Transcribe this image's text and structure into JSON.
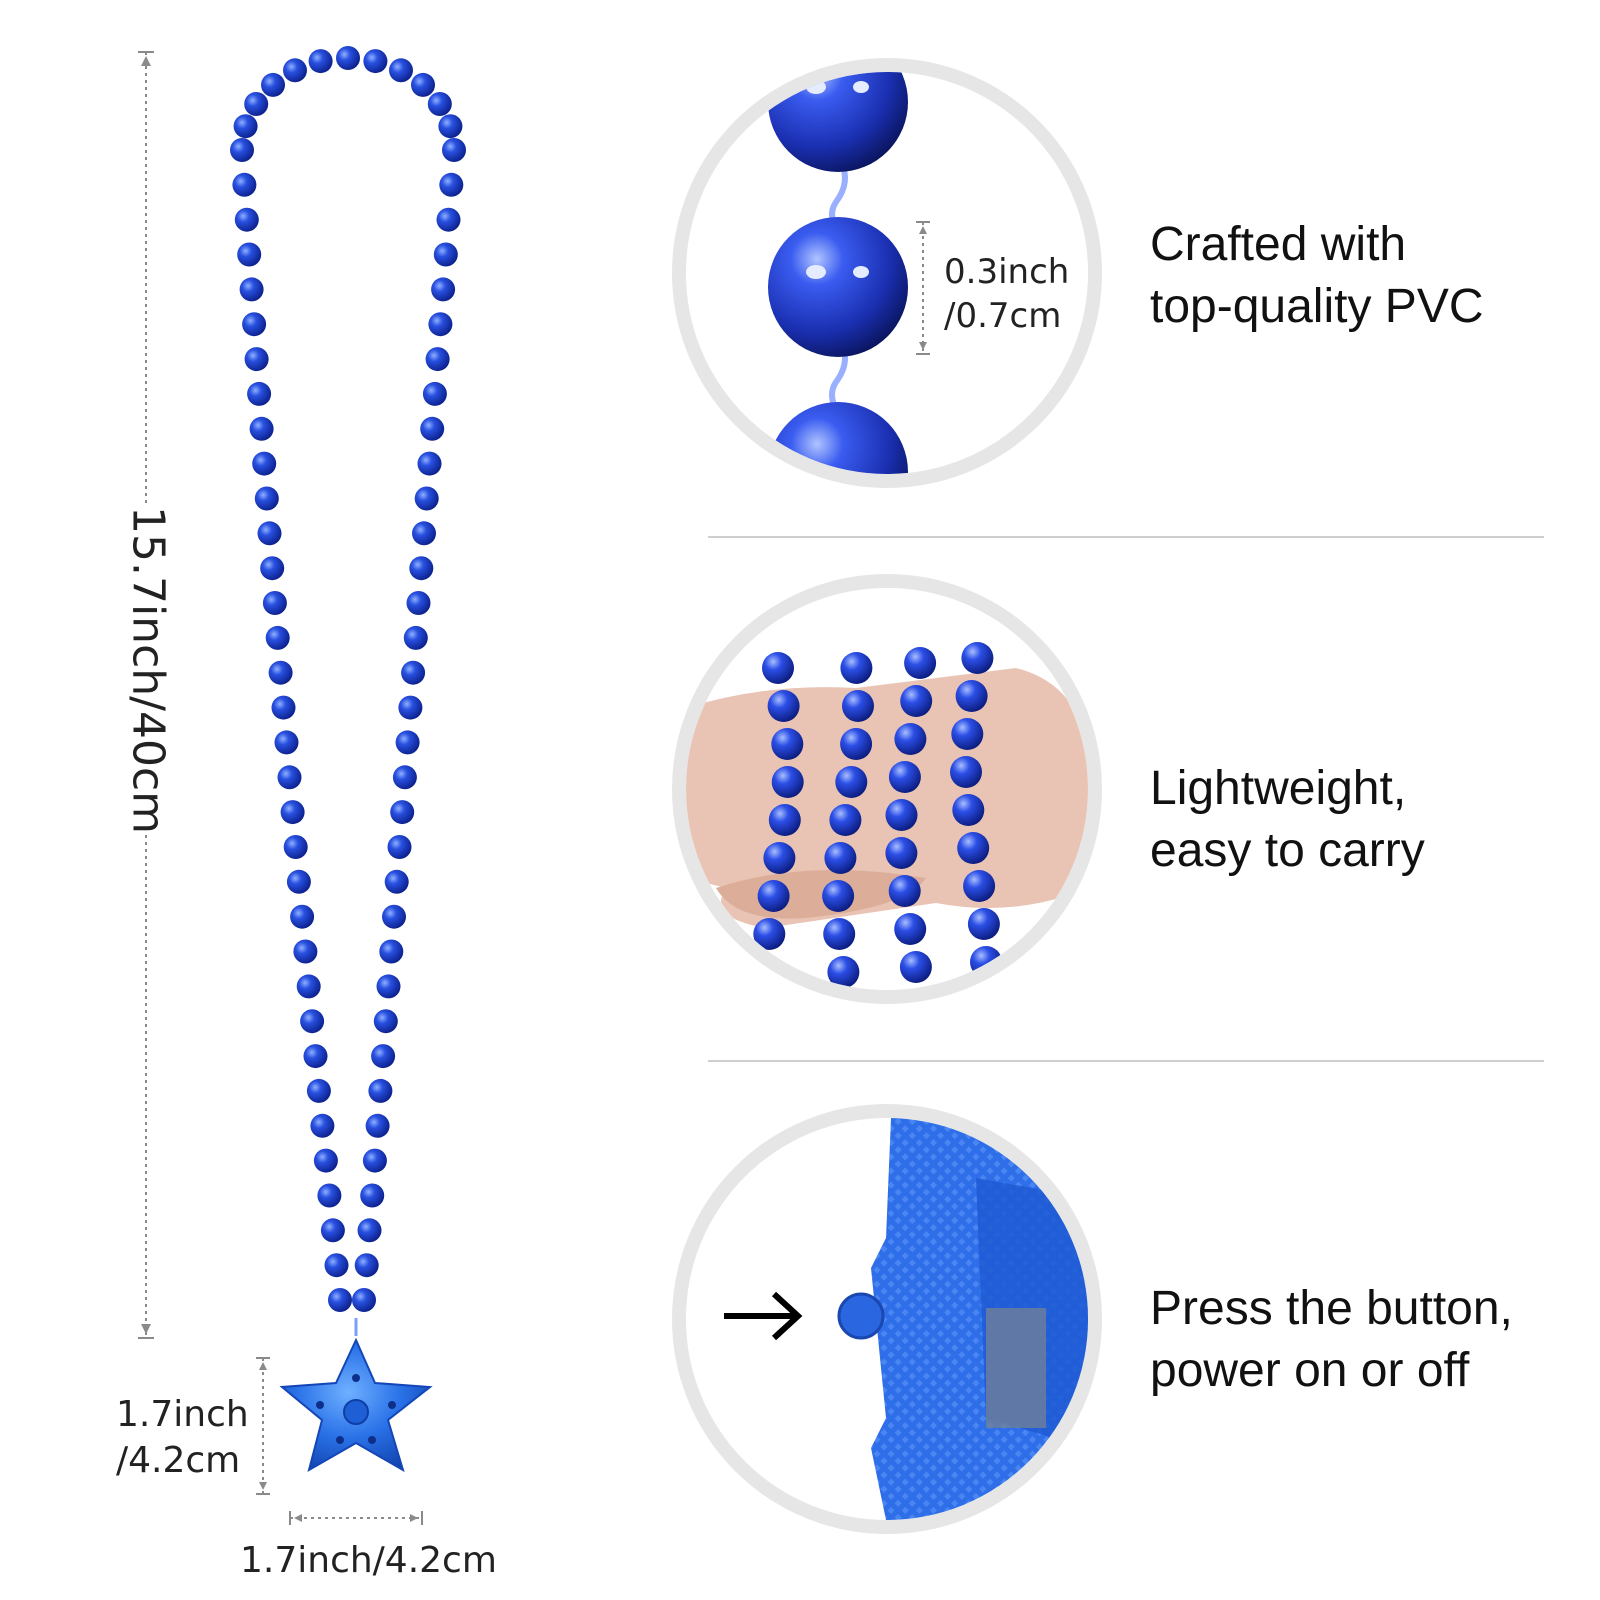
{
  "necklace": {
    "length_label": "15.7inch/40cm",
    "pendant_height_label_line1": "1.7inch",
    "pendant_height_label_line2": "/4.2cm",
    "pendant_width_label": "1.7inch/4.2cm",
    "bead_color": "#1e3fd0",
    "pendant_color": "#2a6ee8"
  },
  "features": [
    {
      "line1": "Crafted with",
      "line2": "top-quality PVC",
      "bead_size_line1": "0.3inch",
      "bead_size_line2": "/0.7cm"
    },
    {
      "line1": "Lightweight,",
      "line2": "easy to carry"
    },
    {
      "line1": "Press the button,",
      "line2": "power on or off"
    }
  ]
}
